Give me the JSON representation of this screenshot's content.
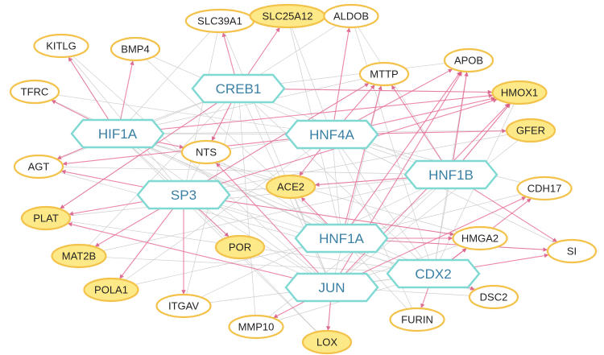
{
  "colors": {
    "tf_border": "#7fd9d2",
    "tf_text": "#3a7fa4",
    "target_border": "#f3c24a",
    "target_fill_highlight": "#fde987",
    "target_fill_plain": "#ffffff",
    "edge_regulatory": "#e8709a",
    "edge_background": "#cfcfcf"
  },
  "transcription_factors": [
    {
      "id": "CREB1",
      "label": "CREB1"
    },
    {
      "id": "HIF1A",
      "label": "HIF1A"
    },
    {
      "id": "HNF4A",
      "label": "HNF4A"
    },
    {
      "id": "HNF1B",
      "label": "HNF1B"
    },
    {
      "id": "SP3",
      "label": "SP3"
    },
    {
      "id": "HNF1A",
      "label": "HNF1A"
    },
    {
      "id": "CDX2",
      "label": "CDX2"
    },
    {
      "id": "JUN",
      "label": "JUN"
    }
  ],
  "targets": [
    {
      "id": "SLC39A1",
      "label": "SLC39A1",
      "highlighted": false
    },
    {
      "id": "SLC25A12",
      "label": "SLC25A12",
      "highlighted": true
    },
    {
      "id": "ALDOB",
      "label": "ALDOB",
      "highlighted": false
    },
    {
      "id": "KITLG",
      "label": "KITLG",
      "highlighted": false
    },
    {
      "id": "BMP4",
      "label": "BMP4",
      "highlighted": false
    },
    {
      "id": "APOB",
      "label": "APOB",
      "highlighted": false
    },
    {
      "id": "MTTP",
      "label": "MTTP",
      "highlighted": false
    },
    {
      "id": "TFRC",
      "label": "TFRC",
      "highlighted": false
    },
    {
      "id": "HMOX1",
      "label": "HMOX1",
      "highlighted": true
    },
    {
      "id": "GFER",
      "label": "GFER",
      "highlighted": true
    },
    {
      "id": "NTS",
      "label": "NTS",
      "highlighted": false
    },
    {
      "id": "AGT",
      "label": "AGT",
      "highlighted": false
    },
    {
      "id": "ACE2",
      "label": "ACE2",
      "highlighted": true
    },
    {
      "id": "CDH17",
      "label": "CDH17",
      "highlighted": false
    },
    {
      "id": "PLAT",
      "label": "PLAT",
      "highlighted": true
    },
    {
      "id": "HMGA2",
      "label": "HMGA2",
      "highlighted": false
    },
    {
      "id": "SI",
      "label": "SI",
      "highlighted": false
    },
    {
      "id": "MAT2B",
      "label": "MAT2B",
      "highlighted": true
    },
    {
      "id": "POR",
      "label": "POR",
      "highlighted": true
    },
    {
      "id": "POLA1",
      "label": "POLA1",
      "highlighted": true
    },
    {
      "id": "ITGAV",
      "label": "ITGAV",
      "highlighted": false
    },
    {
      "id": "DSC2",
      "label": "DSC2",
      "highlighted": false
    },
    {
      "id": "FURIN",
      "label": "FURIN",
      "highlighted": false
    },
    {
      "id": "MMP10",
      "label": "MMP10",
      "highlighted": false
    },
    {
      "id": "LOX",
      "label": "LOX",
      "highlighted": true
    }
  ],
  "edges": [
    [
      "CREB1",
      "SLC39A1"
    ],
    [
      "CREB1",
      "SLC25A12"
    ],
    [
      "CREB1",
      "HMOX1"
    ],
    [
      "CREB1",
      "NTS"
    ],
    [
      "CREB1",
      "PLAT"
    ],
    [
      "HIF1A",
      "KITLG"
    ],
    [
      "HIF1A",
      "BMP4"
    ],
    [
      "HIF1A",
      "TFRC"
    ],
    [
      "HIF1A",
      "HMOX1"
    ],
    [
      "HIF1A",
      "AGT"
    ],
    [
      "HIF1A",
      "NTS"
    ],
    [
      "HNF4A",
      "ALDOB"
    ],
    [
      "HNF4A",
      "MTTP"
    ],
    [
      "HNF4A",
      "APOB"
    ],
    [
      "HNF4A",
      "HMOX1"
    ],
    [
      "HNF4A",
      "GFER"
    ],
    [
      "HNF4A",
      "ACE2"
    ],
    [
      "HNF4A",
      "AGT"
    ],
    [
      "HNF1B",
      "APOB"
    ],
    [
      "HNF1B",
      "HMOX1"
    ],
    [
      "HNF1B",
      "ACE2"
    ],
    [
      "HNF1B",
      "SI"
    ],
    [
      "HNF1B",
      "MTTP"
    ],
    [
      "SP3",
      "MTTP"
    ],
    [
      "SP3",
      "HMOX1"
    ],
    [
      "SP3",
      "AGT"
    ],
    [
      "SP3",
      "PLAT"
    ],
    [
      "SP3",
      "MAT2B"
    ],
    [
      "SP3",
      "POLA1"
    ],
    [
      "SP3",
      "ITGAV"
    ],
    [
      "SP3",
      "POR"
    ],
    [
      "SP3",
      "HMGA2"
    ],
    [
      "HNF1A",
      "ACE2"
    ],
    [
      "HNF1A",
      "MTTP"
    ],
    [
      "HNF1A",
      "APOB"
    ],
    [
      "HNF1A",
      "SI"
    ],
    [
      "HNF1A",
      "HMGA2"
    ],
    [
      "CDX2",
      "CDH17"
    ],
    [
      "CDX2",
      "SI"
    ],
    [
      "CDX2",
      "DSC2"
    ],
    [
      "CDX2",
      "FURIN"
    ],
    [
      "CDX2",
      "HMGA2"
    ],
    [
      "JUN",
      "LOX"
    ],
    [
      "JUN",
      "MMP10"
    ],
    [
      "JUN",
      "NTS"
    ],
    [
      "JUN",
      "APOB"
    ],
    [
      "JUN",
      "PLAT"
    ],
    [
      "JUN",
      "HMOX1"
    ],
    [
      "JUN",
      "CDH17"
    ]
  ]
}
